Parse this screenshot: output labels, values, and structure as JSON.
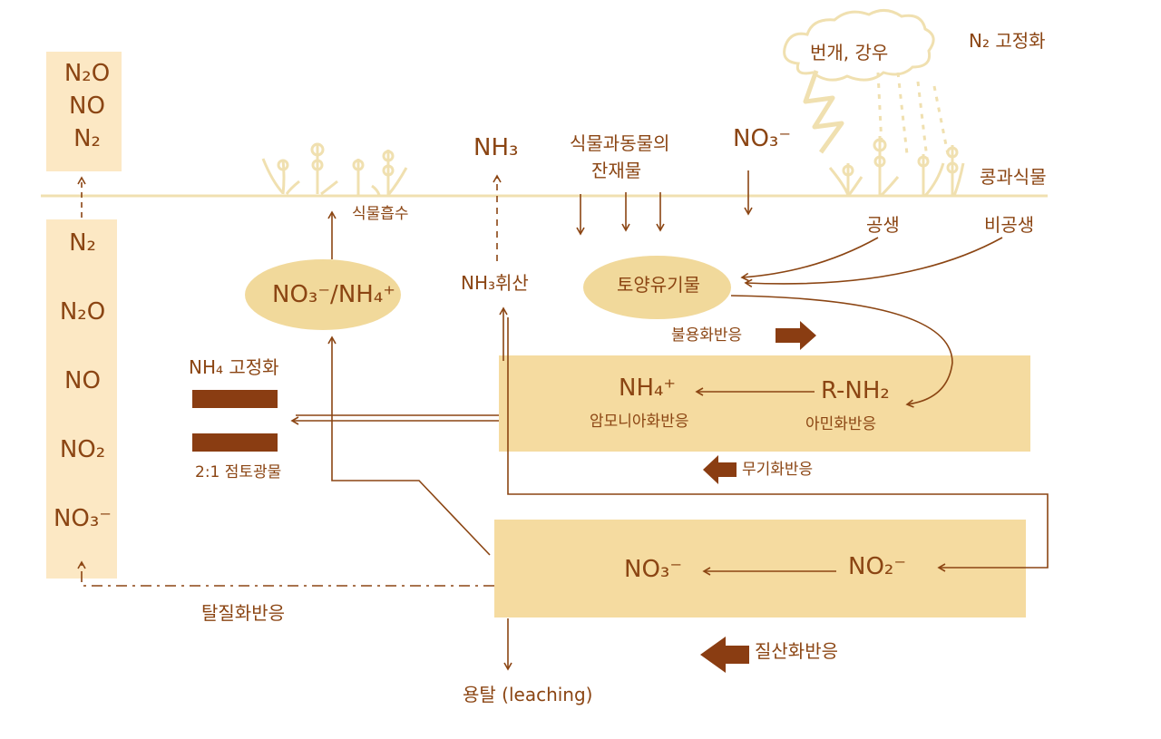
{
  "gases_top": [
    "N₂O",
    "NO",
    "N₂"
  ],
  "soil_species": [
    "N₂",
    "N₂O",
    "NO",
    "NO₂",
    "NO₃⁻"
  ],
  "lightning_label": "번개, 강우",
  "n2_fixation_label": "N₂ 고정화",
  "legume_label": "콩과식물",
  "symbiotic_label": "공생",
  "nonsymbiotic_label": "비공생",
  "nh3_label": "NH₃",
  "nh3_volatilization_label": "NH₃휘산",
  "residue_label_line1": "식물과동물의",
  "residue_label_line2": "잔재물",
  "no3_label": "NO₃⁻",
  "plant_uptake_label": "식물흡수",
  "no3_nh4_label": "NO₃⁻/NH₄⁺",
  "soil_organic_label": "토양유기물",
  "immobilization_label": "불용화반응",
  "nh4_fixation_label": "NH₄ 고정화",
  "clay_label": "2:1 점토광물",
  "nh4_label": "NH₄⁺",
  "ammonification_label": "암모니아화반응",
  "rnh2_label": "R-NH₂",
  "amination_label": "아민화반응",
  "mineralization_label": "무기화반응",
  "nitrate_label": "NO₃⁻",
  "nitrite_label": "NO₂⁻",
  "nitrification_label": "질산화반응",
  "denitrification_label": "탈질화반응",
  "leaching_label": "용탈 (leaching)",
  "colors": {
    "ink": "#8b4513",
    "arrow_fill": "#8a3d12",
    "band": "#f5dba0",
    "panel": "#fce8c4",
    "ground": "#f0e0b0"
  }
}
